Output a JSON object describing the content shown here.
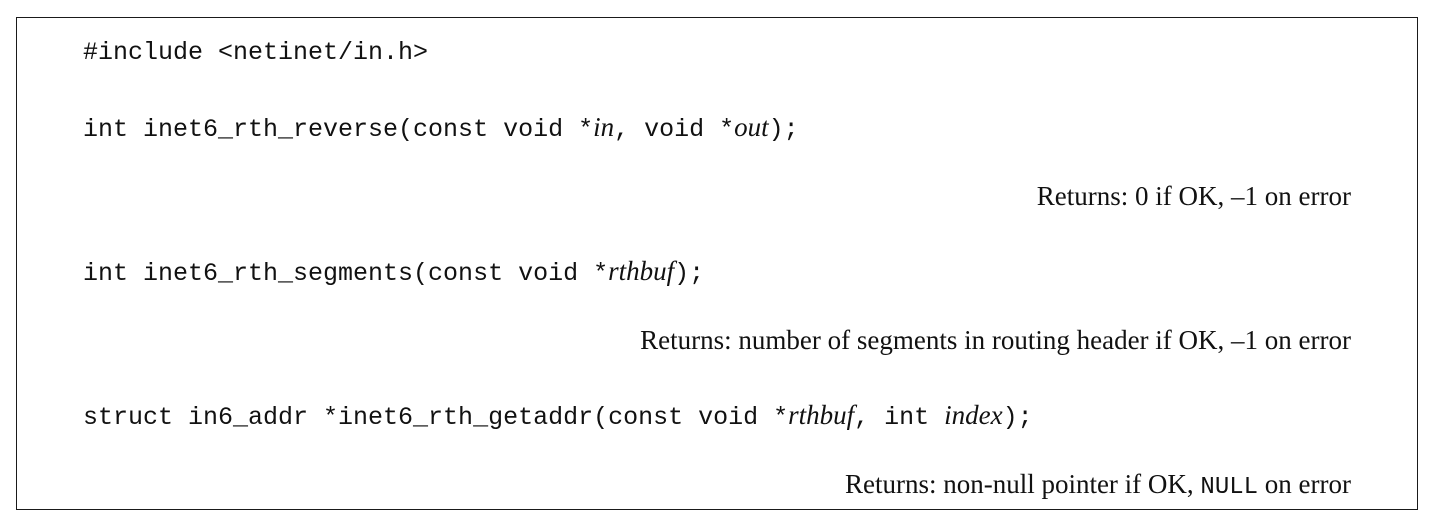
{
  "include_line": "#include <netinet/in.h>",
  "functions": [
    {
      "prefix": "int inet6_rth_reverse(const void *",
      "param1": "in",
      "mid": ", void *",
      "param2": "out",
      "suffix": ");",
      "returns": "Returns: 0 if OK, –1 on error"
    },
    {
      "prefix": "int inet6_rth_segments(const void *",
      "param1": "rthbuf",
      "suffix": ");",
      "returns": "Returns: number of segments in routing header if OK, –1 on error"
    },
    {
      "prefix": "struct in6_addr *inet6_rth_getaddr(const void *",
      "param1": "rthbuf",
      "mid": ", int ",
      "param2": "index",
      "suffix": ");",
      "returns_prefix": "Returns: non-null pointer if OK, ",
      "returns_code": "NULL",
      "returns_suffix": " on error"
    }
  ]
}
